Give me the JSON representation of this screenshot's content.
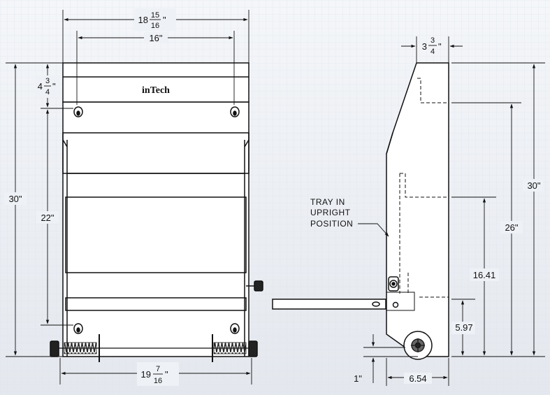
{
  "front_view": {
    "logo_text": "inTech",
    "dim_width_outer": {
      "whole": "18",
      "num": "15",
      "den": "16",
      "unit": "\""
    },
    "dim_width_inner": "16\"",
    "dim_top_offset": {
      "whole": "4",
      "num": "3",
      "den": "4",
      "unit": "\""
    },
    "dim_height_total": "30\"",
    "dim_height_inner": "22\"",
    "dim_width_bottom": {
      "whole": "19",
      "num": "7",
      "den": "16",
      "unit": "\""
    }
  },
  "side_view": {
    "dim_depth_top": {
      "whole": "3",
      "num": "3",
      "den": "4",
      "unit": "\""
    },
    "tray_note": [
      "TRAY IN",
      "UPRIGHT",
      "POSITION"
    ],
    "dim_height_total": "30\"",
    "dim_height_26": "26\"",
    "dim_height_1641": "16.41",
    "dim_height_597": "5.97",
    "dim_wheel_offset": "1\"",
    "dim_depth_bottom": "6.54"
  }
}
